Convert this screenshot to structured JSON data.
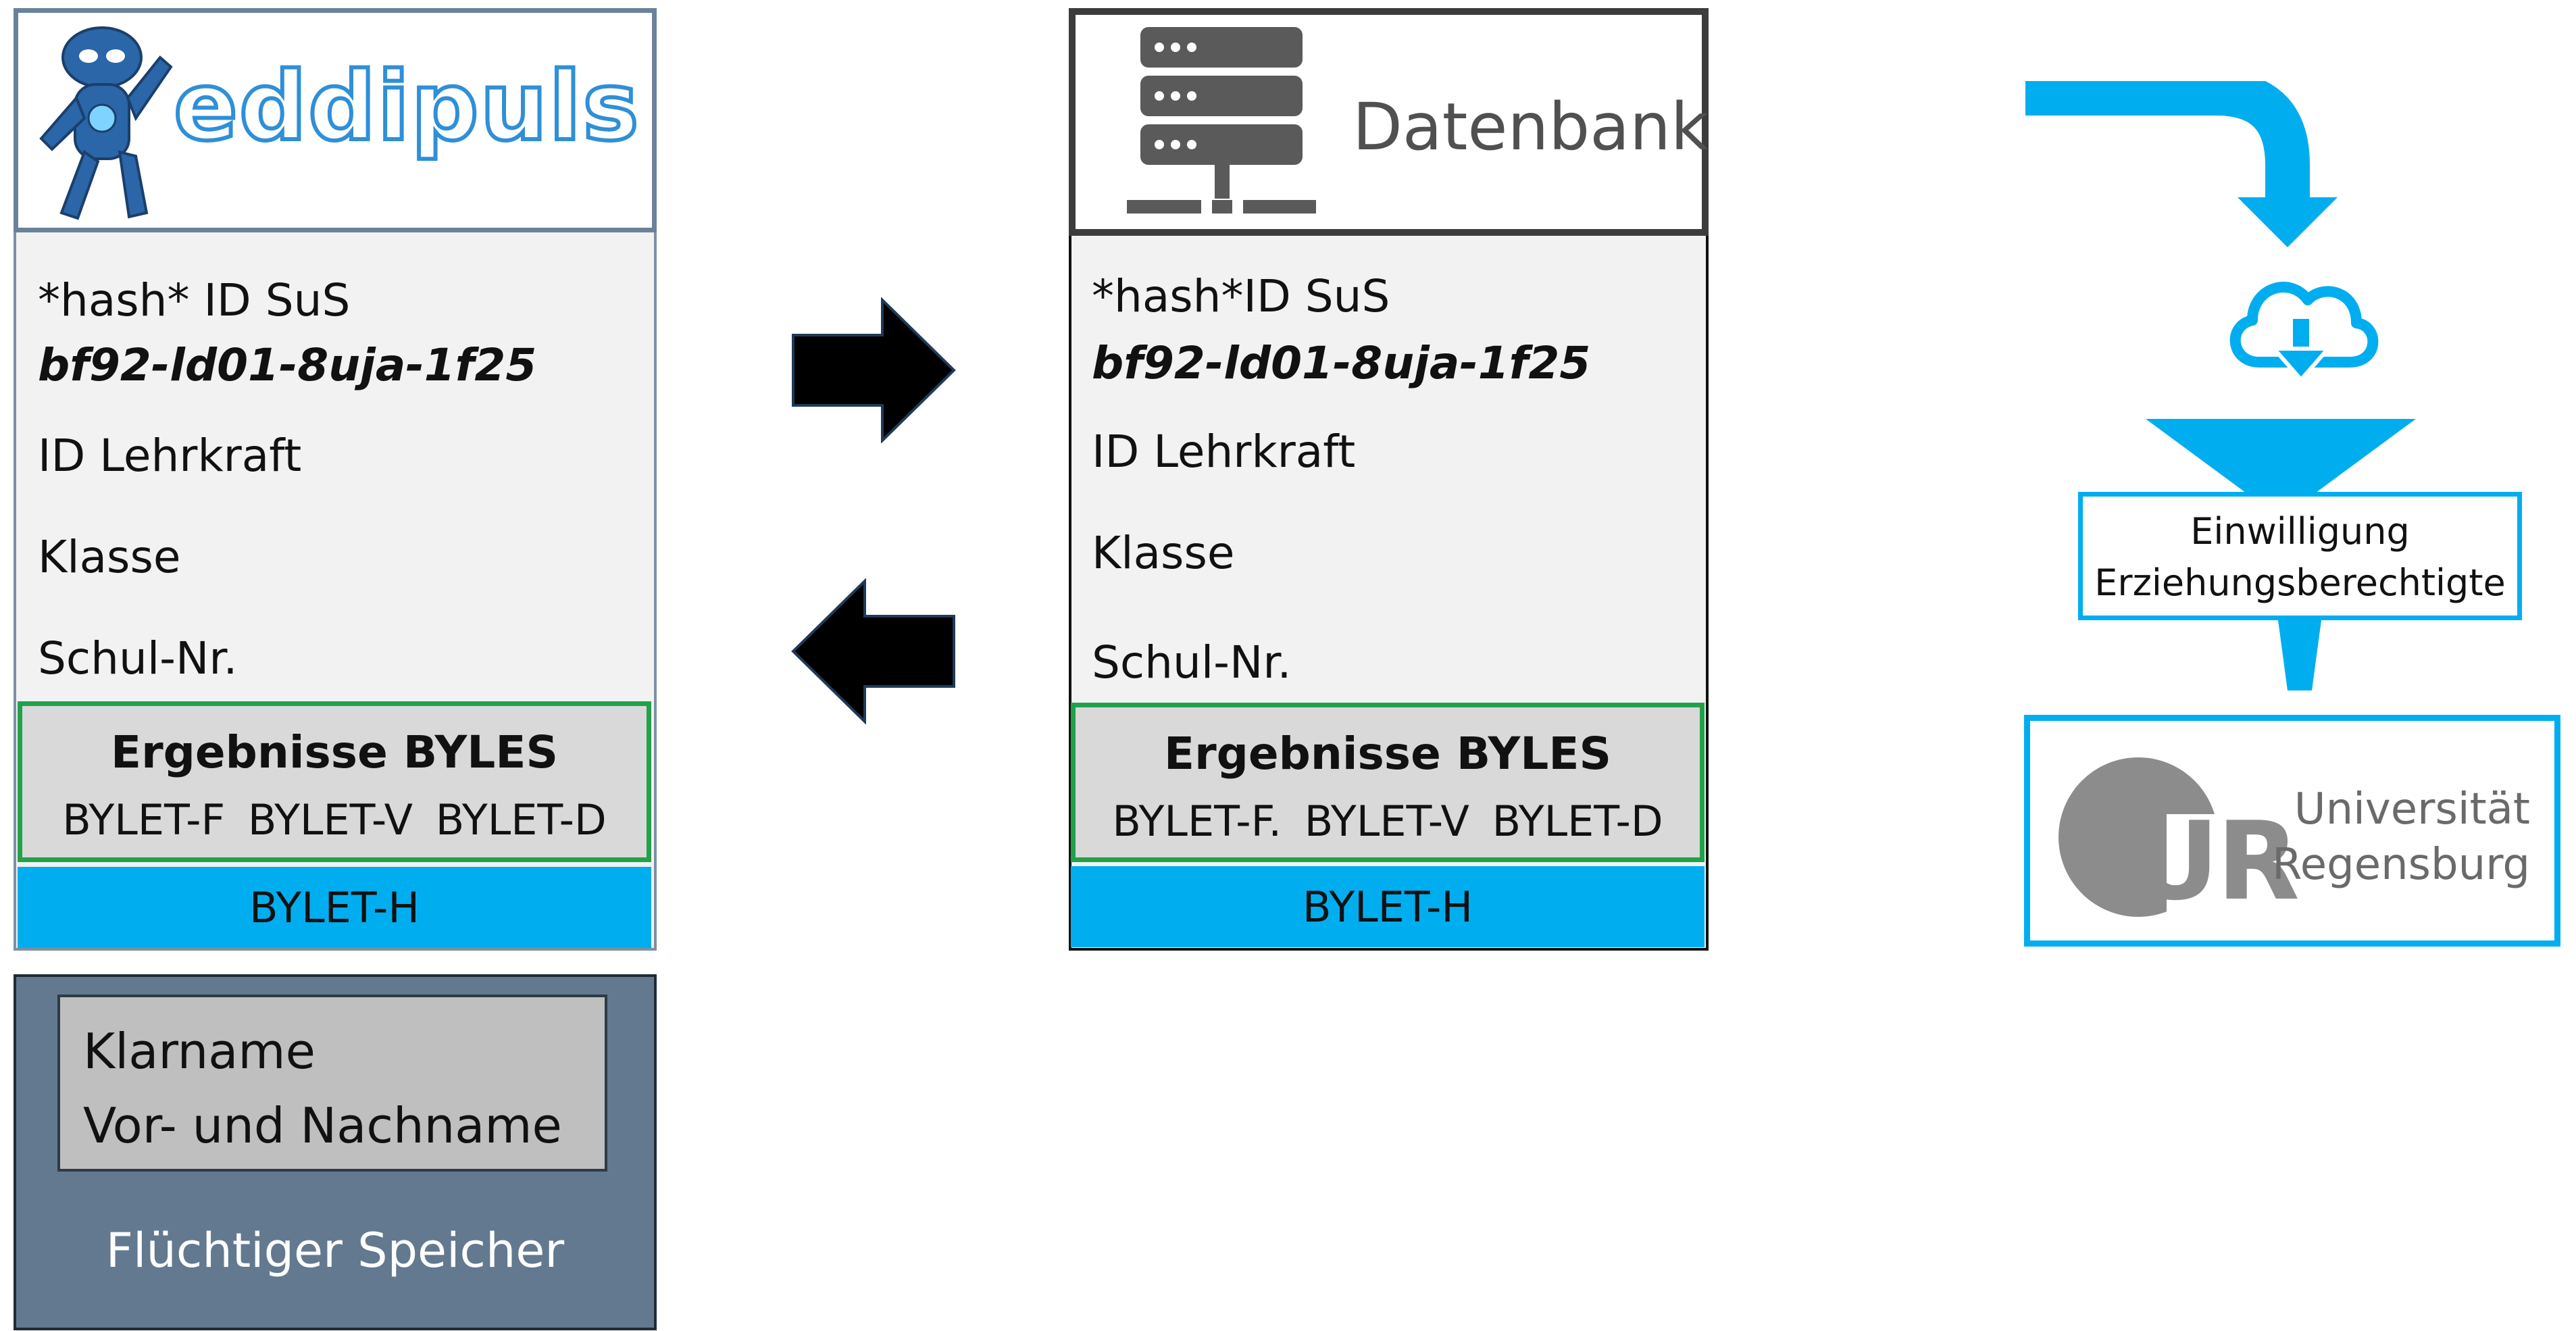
{
  "left_card": {
    "logo_text": "eddipuls",
    "hash_label": "*hash* ID SuS",
    "hash_value": "bf92-ld01-8uja-1f25",
    "teacher_id": "ID Lehrkraft",
    "class": "Klasse",
    "school_no": "Schul-Nr.",
    "results_title": "Ergebnisse BYLES",
    "results_row": "BYLET-F  BYLET-V  BYLET-D",
    "extra_bar": "BYLET-H"
  },
  "volatile_memory": {
    "line1": "Klarname",
    "line2": "Vor- und Nachname",
    "label": "Flüchtiger Speicher"
  },
  "database_card": {
    "title": "Datenbank",
    "hash_label": "*hash*ID SuS",
    "hash_value": "bf92-ld01-8uja-1f25",
    "teacher_id": "ID Lehrkraft",
    "class": "Klasse",
    "school_no": "Schul-Nr.",
    "results_title": "Ergebnisse BYLES",
    "results_row": "BYLET-F. BYLET-V  BYLET-D",
    "extra_bar": "BYLET-H"
  },
  "consent": {
    "line1": "Einwilligung",
    "line2": "Erziehungsberechtigte"
  },
  "university": {
    "logo_letters": "UR",
    "line1": "Universität",
    "line2": "Regensburg"
  },
  "colors": {
    "accent_blue": "#00aeef",
    "results_green": "#21a24a",
    "volatile_bg": "#62798f",
    "logo_blue": "#2f8fd8"
  }
}
